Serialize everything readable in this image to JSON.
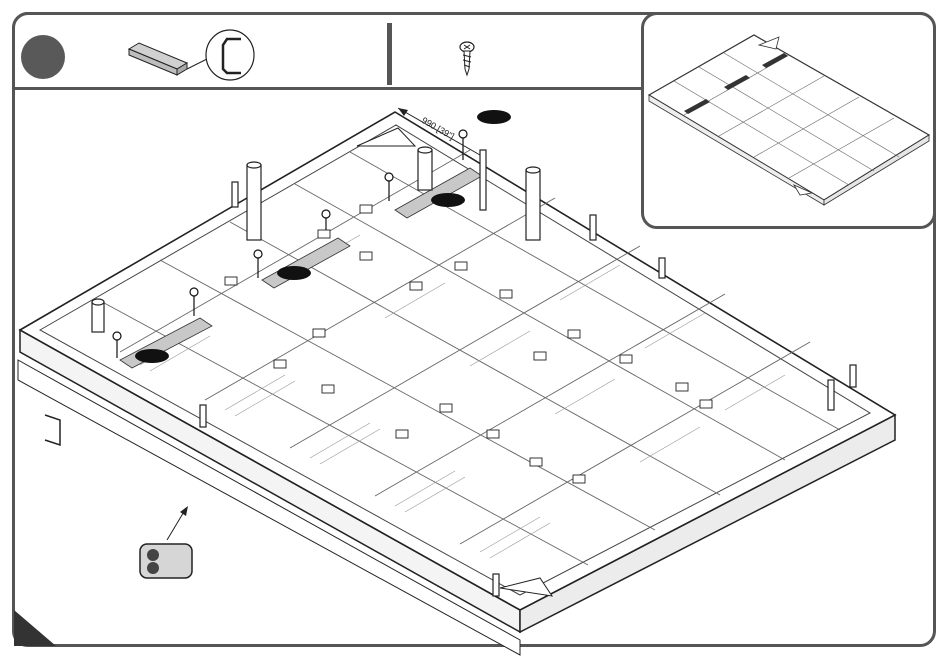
{
  "header": {
    "step_marker": "step-number-circle",
    "parts_icon": "aluminium-c-channel-icon",
    "hardware_icon": "screw-icon"
  },
  "main": {
    "dimension_label": "990 [39\"]",
    "highlight_color": "#c8c8c8",
    "marker_color": "#111111"
  },
  "inset": {
    "description_icon": "overview-frame-thumbnail"
  },
  "footer": {
    "orientation_icon": "two-dot-direction-badge-icon"
  }
}
